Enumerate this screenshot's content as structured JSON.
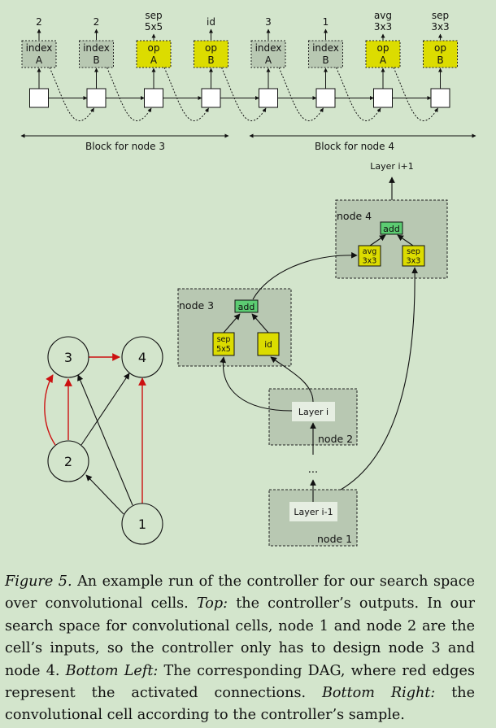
{
  "controller": {
    "outputs": [
      {
        "value": [
          "2"
        ],
        "box": [
          "index",
          "A"
        ],
        "kind": "index"
      },
      {
        "value": [
          "2"
        ],
        "box": [
          "index",
          "B"
        ],
        "kind": "index"
      },
      {
        "value": [
          "sep",
          "5x5"
        ],
        "box": [
          "op",
          "A"
        ],
        "kind": "op"
      },
      {
        "value": [
          "id"
        ],
        "box": [
          "op",
          "B"
        ],
        "kind": "op"
      },
      {
        "value": [
          "3"
        ],
        "box": [
          "index",
          "A"
        ],
        "kind": "index"
      },
      {
        "value": [
          "1"
        ],
        "box": [
          "index",
          "B"
        ],
        "kind": "index"
      },
      {
        "value": [
          "avg",
          "3x3"
        ],
        "box": [
          "op",
          "A"
        ],
        "kind": "op"
      },
      {
        "value": [
          "sep",
          "3x3"
        ],
        "box": [
          "op",
          "B"
        ],
        "kind": "op"
      }
    ],
    "block_labels": [
      "Block for node 3",
      "Block for node 4"
    ]
  },
  "dag": {
    "nodes": [
      "1",
      "2",
      "3",
      "4"
    ],
    "edges": [
      {
        "from": "1",
        "to": "2",
        "active": false
      },
      {
        "from": "1",
        "to": "3",
        "active": false
      },
      {
        "from": "1",
        "to": "4",
        "active": true
      },
      {
        "from": "2",
        "to": "3",
        "active": true
      },
      {
        "from": "2",
        "to": "3",
        "active": true
      },
      {
        "from": "2",
        "to": "4",
        "active": false
      },
      {
        "from": "3",
        "to": "4",
        "active": true
      }
    ]
  },
  "cell": {
    "layer_out": "Layer i+1",
    "node4": {
      "title": "node 4",
      "add": "add",
      "op_a": [
        "avg",
        "3x3"
      ],
      "op_b": [
        "sep",
        "3x3"
      ]
    },
    "node3": {
      "title": "node 3",
      "add": "add",
      "op_a": [
        "sep",
        "5x5"
      ],
      "op_b": [
        "id"
      ]
    },
    "node2": {
      "title": "node 2",
      "layer": "Layer i"
    },
    "node1": {
      "title": "node 1",
      "layer": "Layer i-1"
    },
    "ellipsis": "..."
  },
  "caption": [
    {
      "text": "Figure 5.",
      "italic": true
    },
    {
      "text": " An example run of the controller for our search space over convolutional cells. ",
      "italic": false
    },
    {
      "text": "Top:",
      "italic": true
    },
    {
      "text": " the controller’s outputs. In our search space for convolutional cells, node 1 and node 2 are the cell’s inputs, so the controller only has to design node 3 and node 4. ",
      "italic": false
    },
    {
      "text": "Bottom Left:",
      "italic": true
    },
    {
      "text": " The corresponding DAG, where red edges represent the activated connections. ",
      "italic": false
    },
    {
      "text": "Bottom Right:",
      "italic": true
    },
    {
      "text": " the convolutional cell according to the controller’s sample.",
      "italic": false
    }
  ],
  "colors": {
    "background": "#d3e5cc",
    "op_fill": "#dcdc00",
    "add_fill": "#5ccc72",
    "node_fill": "#b8c8b2",
    "active_edge": "#cc1111",
    "edge": "#111111"
  }
}
